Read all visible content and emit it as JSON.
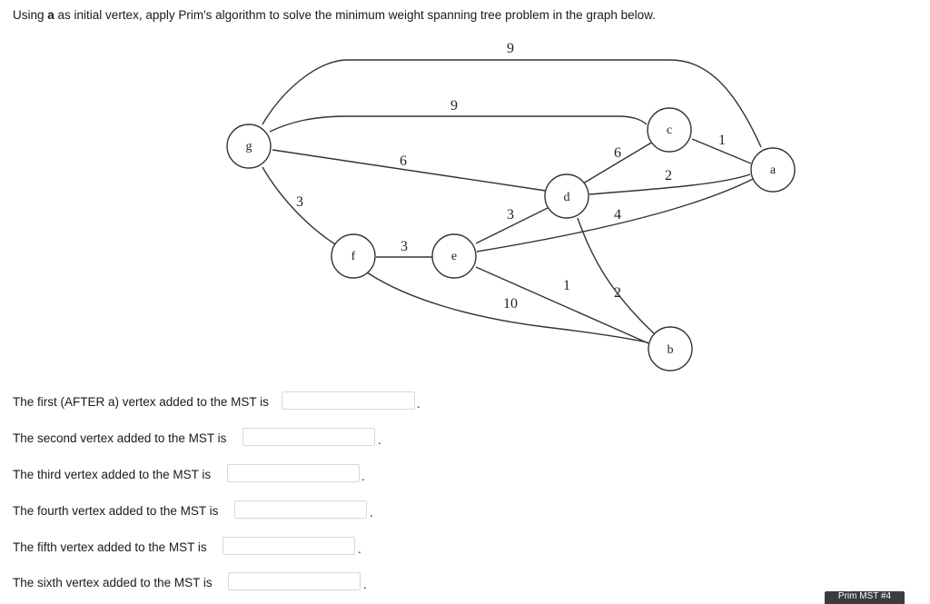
{
  "question": {
    "prefix": "Using ",
    "vertex": "a",
    "suffix": " as initial vertex, apply Prim's algorithm to solve the minimum weight spanning tree problem in the graph below."
  },
  "graph": {
    "nodes": [
      "g",
      "f",
      "e",
      "d",
      "c",
      "a",
      "b"
    ],
    "edges": [
      {
        "from": "g",
        "to": "a",
        "weight": "9"
      },
      {
        "from": "g",
        "to": "c",
        "weight": "9"
      },
      {
        "from": "g",
        "to": "d",
        "weight": "6"
      },
      {
        "from": "g",
        "to": "f",
        "weight": "3"
      },
      {
        "from": "f",
        "to": "e",
        "weight": "3"
      },
      {
        "from": "e",
        "to": "d",
        "weight": "3"
      },
      {
        "from": "d",
        "to": "c",
        "weight": "6"
      },
      {
        "from": "c",
        "to": "a",
        "weight": "1"
      },
      {
        "from": "d",
        "to": "a",
        "weight": "2"
      },
      {
        "from": "e",
        "to": "a",
        "weight": "4"
      },
      {
        "from": "d",
        "to": "b",
        "weight": "2"
      },
      {
        "from": "e",
        "to": "b",
        "weight": "1"
      },
      {
        "from": "f",
        "to": "b",
        "weight": "10"
      }
    ]
  },
  "questions": [
    {
      "label": "The first (AFTER a) vertex added to the MST is",
      "value": "",
      "end": "."
    },
    {
      "label": "The second vertex added to the MST is",
      "value": "",
      "end": "."
    },
    {
      "label": "The third vertex added to the MST is",
      "value": "",
      "end": "."
    },
    {
      "label": "The fourth vertex added to the MST is",
      "value": "",
      "end": "."
    },
    {
      "label": "The fifth vertex added to the MST is",
      "value": "",
      "end": "."
    },
    {
      "label": "The sixth vertex added to the MST is",
      "value": "",
      "end": "."
    }
  ],
  "footer_tag": "Prim MST #4"
}
